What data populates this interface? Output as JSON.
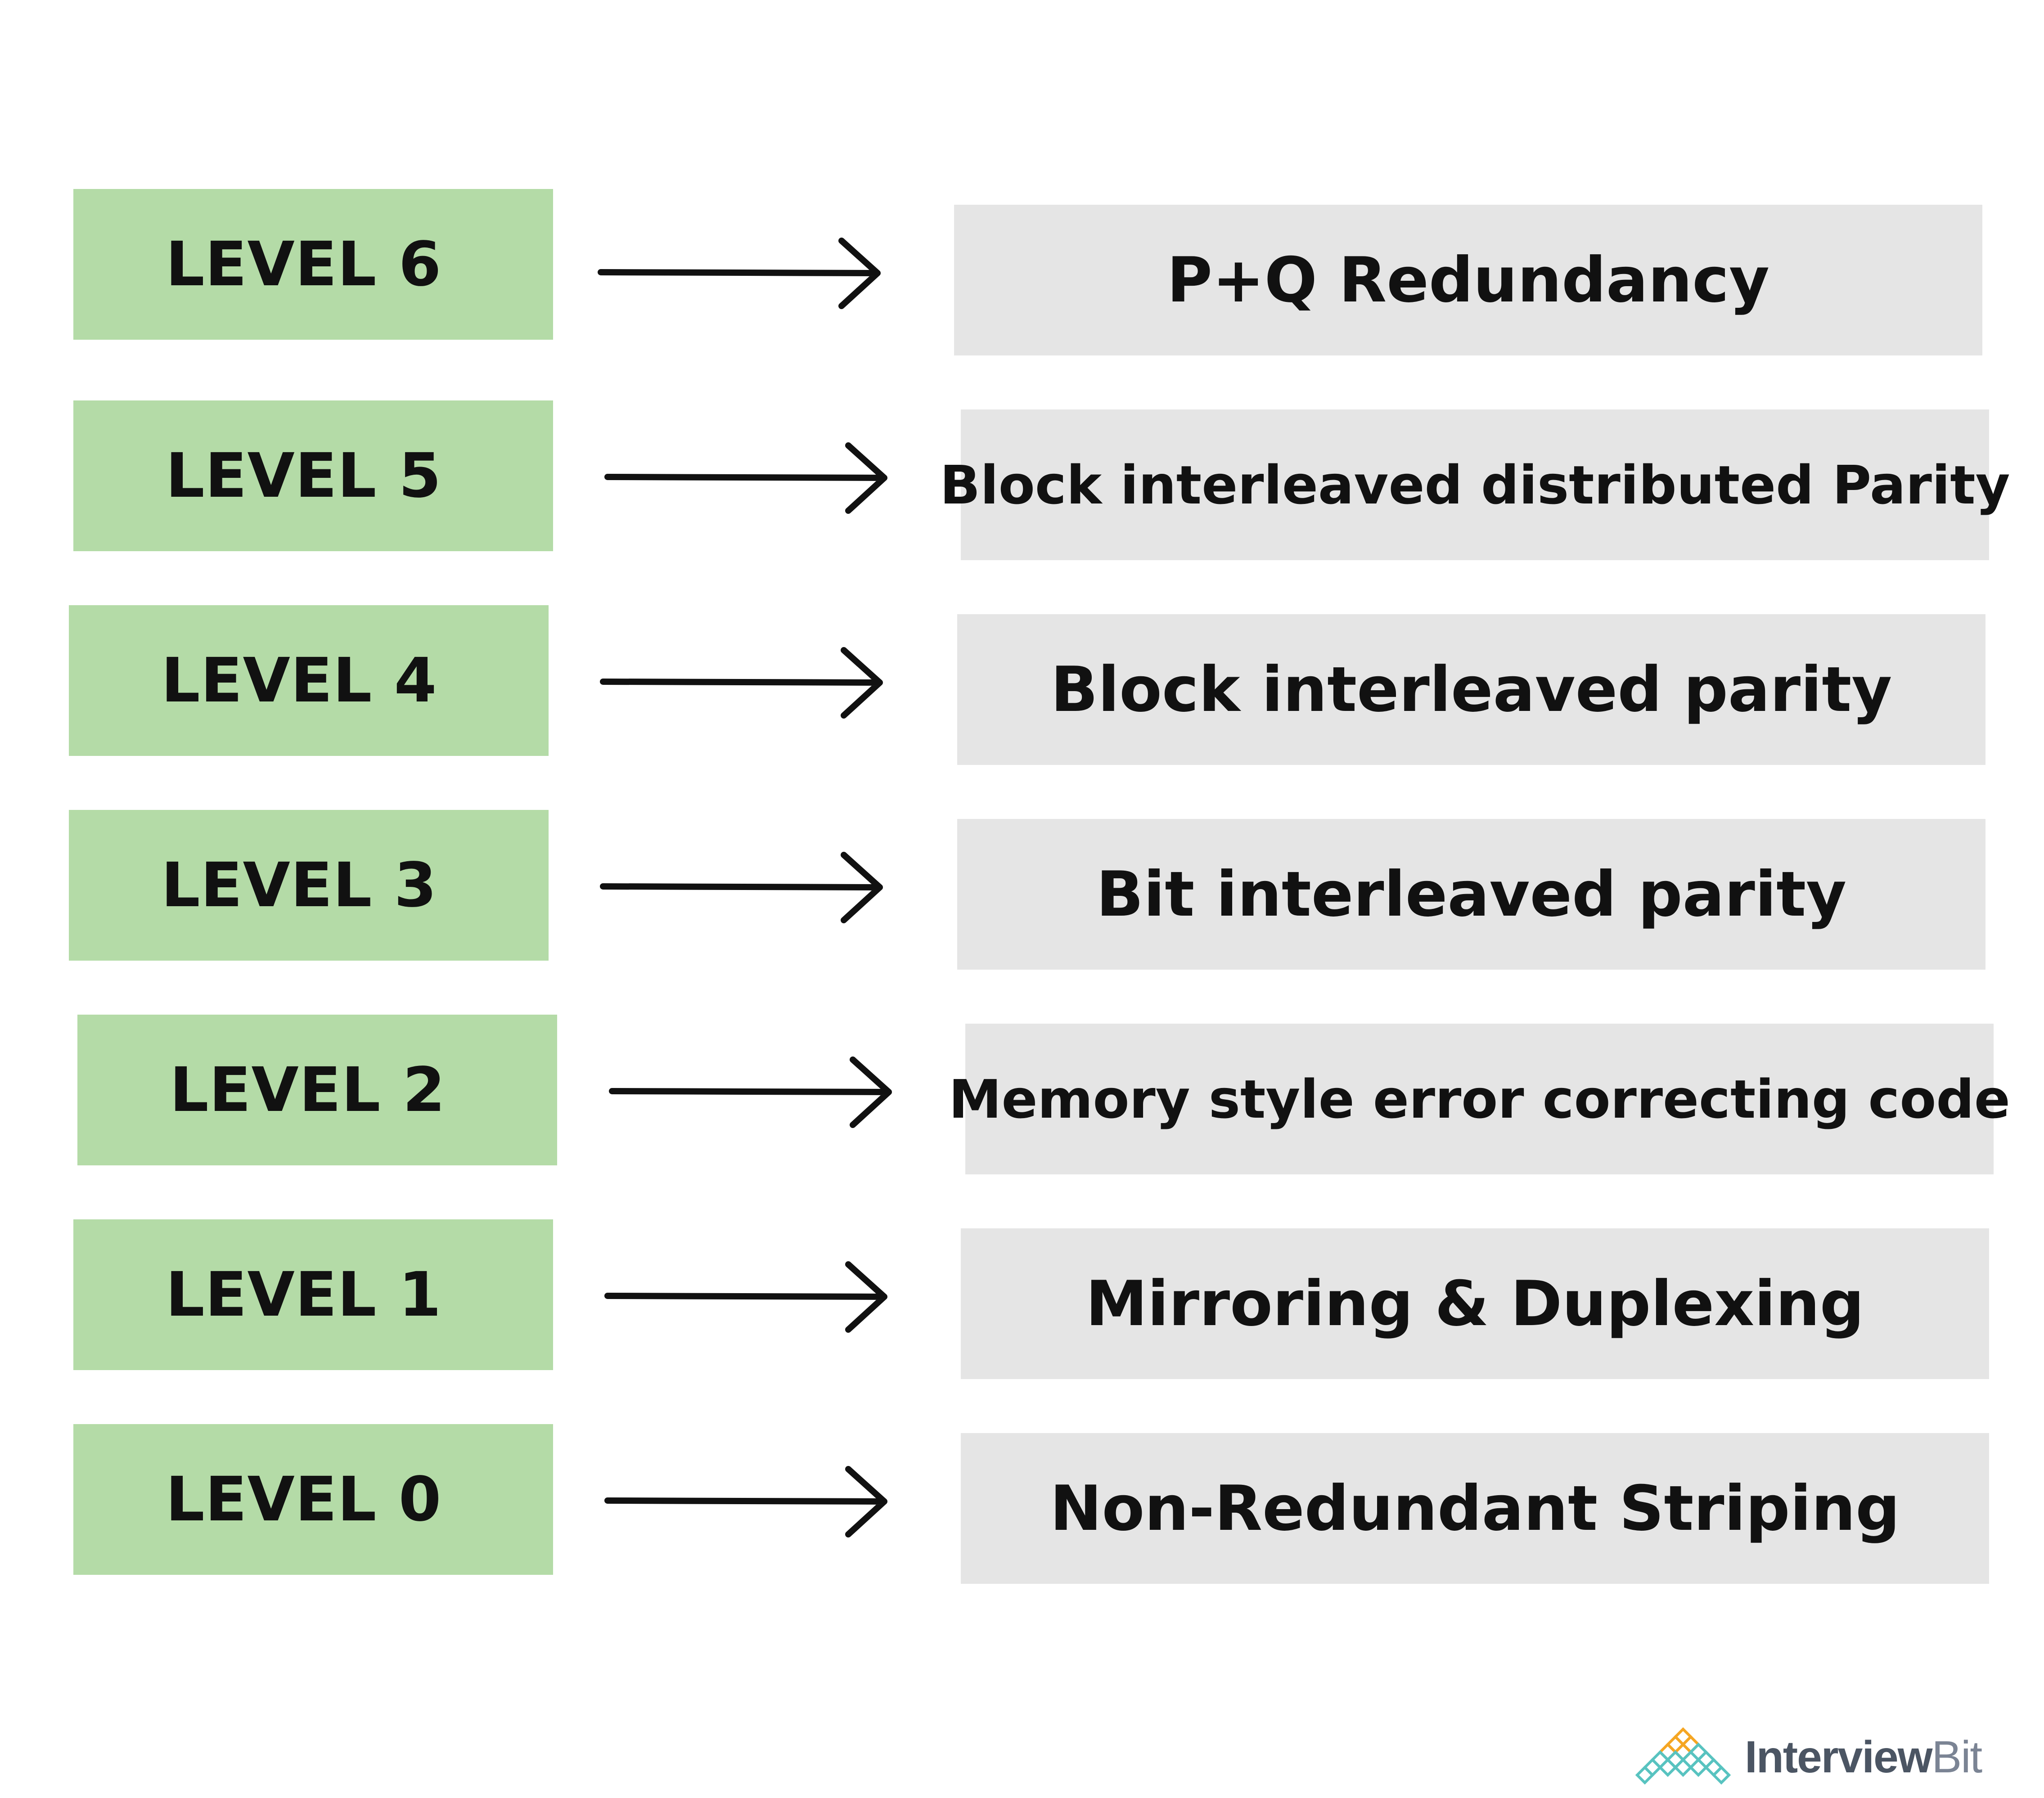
{
  "colors": {
    "level_box": "#b4dba7",
    "description_box": "#e5e5e5",
    "text": "#111111",
    "arrow": "#111111",
    "logo_orange": "#f5a623",
    "logo_teal": "#58c3c0"
  },
  "levels": [
    {
      "label": "LEVEL 6",
      "description": "P+Q Redundancy"
    },
    {
      "label": "LEVEL 5",
      "description": "Block interleaved distributed Parity"
    },
    {
      "label": "LEVEL 4",
      "description": "Block interleaved parity"
    },
    {
      "label": "LEVEL 3",
      "description": "Bit interleaved parity"
    },
    {
      "label": "LEVEL 2",
      "description": "Memory style error correcting code"
    },
    {
      "label": "LEVEL 1",
      "description": "Mirroring & Duplexing"
    },
    {
      "label": "LEVEL 0",
      "description": "Non-Redundant Striping"
    }
  ],
  "logo": {
    "icon": "interviewbit-diamond-icon",
    "text_strong": "Interview",
    "text_light": "Bit"
  }
}
